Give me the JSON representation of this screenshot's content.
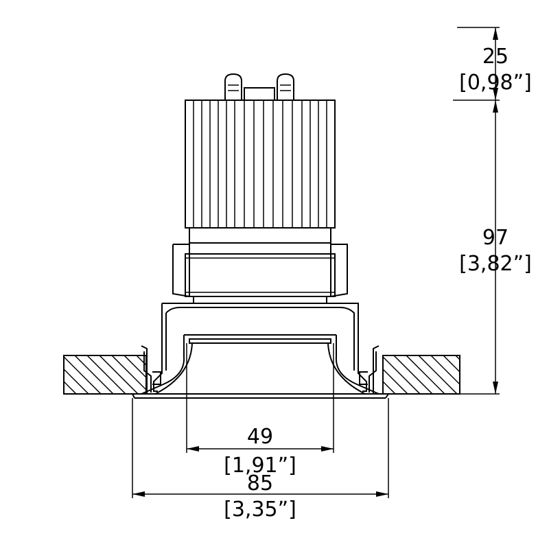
{
  "dimensions": {
    "height_top": {
      "mm": "25",
      "inch": "[0,98”]"
    },
    "height_body": {
      "mm": "97",
      "inch": "[3,82”]"
    },
    "aperture_width": {
      "mm": "49",
      "inch": "[1,91”]"
    },
    "trim_width": {
      "mm": "85",
      "inch": "[3,35”]"
    }
  }
}
